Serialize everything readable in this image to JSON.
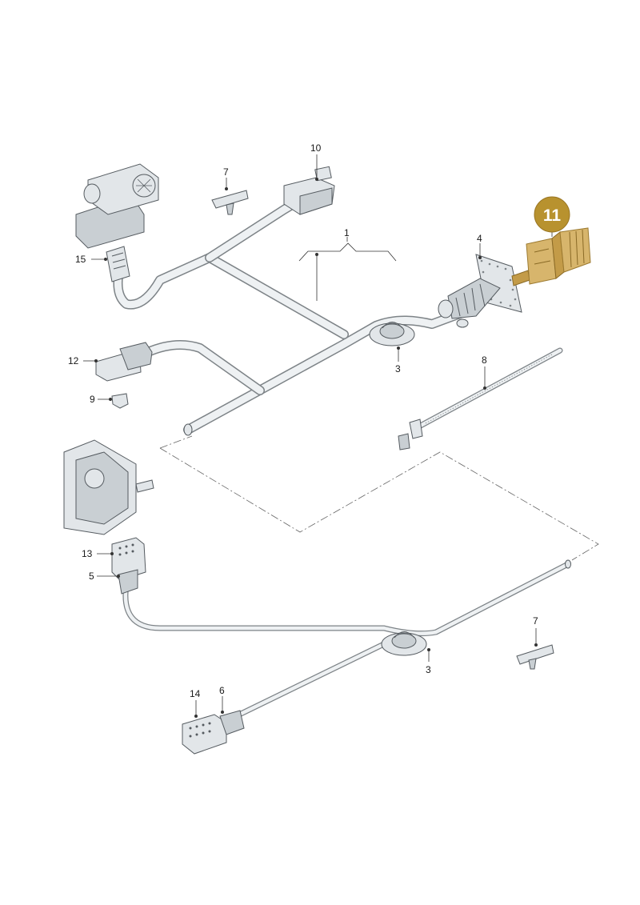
{
  "callouts": {
    "c1": "1",
    "c3a": "3",
    "c3b": "3",
    "c4": "4",
    "c5": "5",
    "c6": "6",
    "c7a": "7",
    "c7b": "7",
    "c8": "8",
    "c9": "9",
    "c10": "10",
    "c11": "11",
    "c12": "12",
    "c13": "13",
    "c14": "14",
    "c15": "15"
  },
  "colors": {
    "highlight": "#b8922f",
    "highlight_part": "#d7b56c"
  }
}
